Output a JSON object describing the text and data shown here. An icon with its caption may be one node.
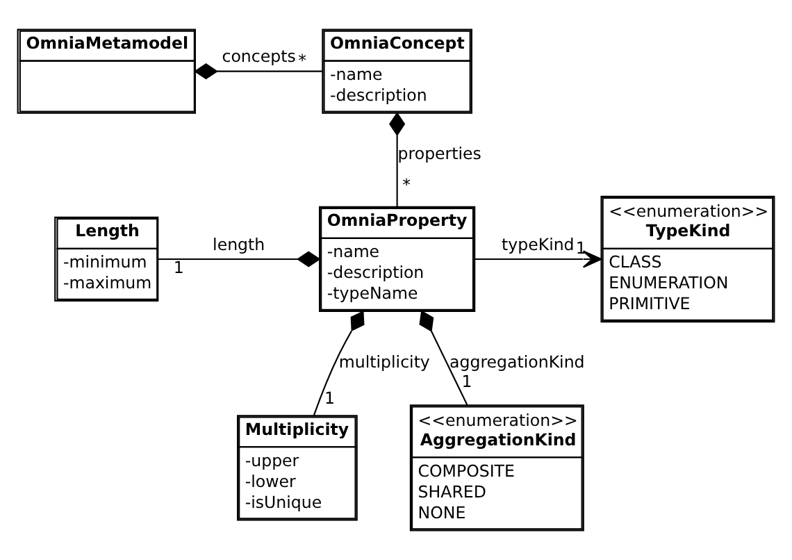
{
  "diagram": {
    "nodes": [
      {
        "text": [
          "OmniaMetamodel"
        ]
      },
      {
        "text": [
          "OmniaConcept",
          "-name",
          "-description"
        ]
      },
      {
        "text": [
          "Length",
          "-minimum",
          "-maximum"
        ]
      },
      {
        "text": [
          "OmniaProperty",
          "-name",
          "-description",
          "-typeName"
        ]
      },
      {
        "text": [
          "<<enumeration>>",
          "TypeKind",
          "CLASS",
          "ENUMERATION",
          "PRIMITIVE"
        ]
      },
      {
        "text": [
          "Multiplicity",
          "-upper",
          "-lower",
          "-isUnique"
        ]
      },
      {
        "text": [
          "<<enumeration>>",
          "AggregationKind",
          "COMPOSITE",
          "SHARED",
          "NONE"
        ]
      }
    ],
    "edges": [
      {
        "from": 0,
        "to": 1,
        "arrow": "other",
        "label": "concepts"
      },
      {
        "from": 1,
        "to": 3,
        "arrow": "other",
        "label": "properties"
      },
      {
        "from": 3,
        "to": 2,
        "arrow": "other",
        "label": "length"
      },
      {
        "from": 3,
        "to": 4,
        "arrow": "to",
        "label": "typeKind"
      },
      {
        "from": 3,
        "to": 5,
        "arrow": "other",
        "label": "multiplicity"
      },
      {
        "from": 3,
        "to": 6,
        "arrow": "other",
        "label": "aggregationKind"
      }
    ],
    "labels": [
      "*",
      "*",
      "1",
      "1",
      "1",
      "1"
    ]
  }
}
